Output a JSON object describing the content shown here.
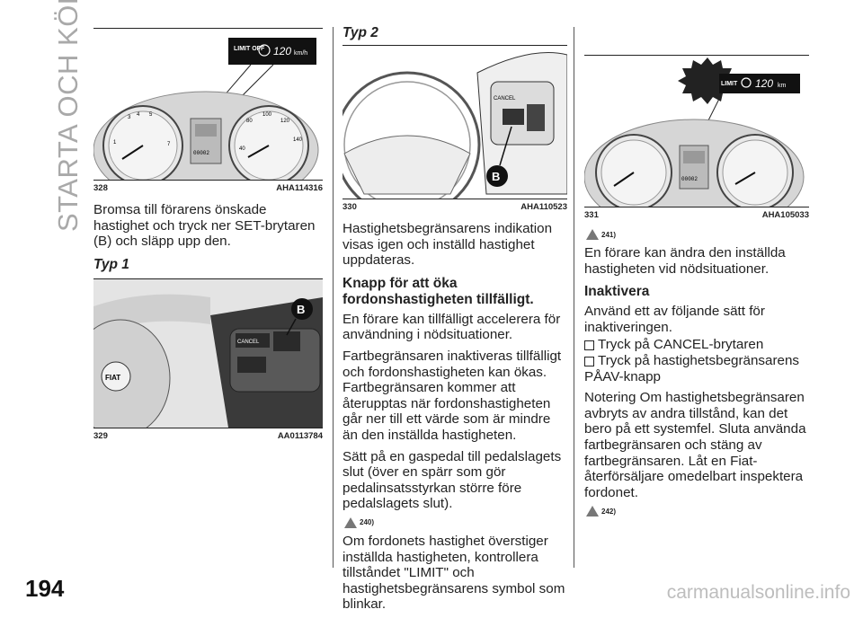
{
  "chapter_title": "STARTA OCH KÖRA",
  "page_number": "194",
  "watermark": "carmanualsonline.info",
  "col1": {
    "fig328": {
      "num": "328",
      "code": "AHA114316",
      "display_label": "LIMIT OFF",
      "display_value": "120",
      "display_unit": "km/h",
      "odometer": "00002"
    },
    "para1": "Bromsa till förarens önskade hastighet och tryck ner SET-brytaren (B) och släpp upp den.",
    "typ1": "Typ 1",
    "fig329": {
      "num": "329",
      "code": "AA0113784",
      "label_b": "B",
      "cancel_label": "CANCEL",
      "brand": "FIAT"
    }
  },
  "col2": {
    "typ2": "Typ 2",
    "fig330": {
      "num": "330",
      "code": "AHA110523",
      "label_b": "B",
      "cancel_label": "CANCEL"
    },
    "para1": "Hastighetsbegränsarens indikation visas igen och inställd hastighet uppdateras.",
    "heading": "Knapp för att öka fordonshastigheten tillfälligt.",
    "para2": "En förare kan tillfälligt accelerera för användning i nödsituationer.",
    "para3": "Fartbegränsaren inaktiveras tillfälligt och fordonshastigheten kan ökas. Fartbegränsaren kommer att återupptas när fordonshastigheten går ner till ett värde som är mindre än den inställda hastigheten.",
    "para4": "Sätt på en gaspedal till pedalslagets slut (över en spärr som gör pedalinsatsstyrkan större före pedalslagets slut).",
    "warn": "240)",
    "para5": "Om fordonets hastighet överstiger inställda hastigheten, kontrollera tillståndet \"LIMIT\" och hastighetsbegränsarens symbol som blinkar."
  },
  "col3": {
    "fig331": {
      "num": "331",
      "code": "AHA105033",
      "display_label": "LIMIT",
      "display_value": "120",
      "display_unit": "km",
      "odometer": "00002"
    },
    "warn1": "241)",
    "para1": "En förare kan ändra den inställda hastigheten vid nödsituationer.",
    "heading": "Inaktivera",
    "para2": "Använd ett av följande sätt för inaktiveringen.",
    "bullet1": "Tryck på CANCEL-brytaren",
    "bullet2": "Tryck på hastighetsbegränsarens",
    "bullet2_cont": "PÅAV-knapp",
    "para3": "Notering Om hastighetsbegränsaren avbryts av andra tillstånd, kan det bero på ett systemfel. Sluta använda fartbegränsaren och stäng av fartbegränsaren. Låt en Fiat-återförsäljare omedelbart inspektera fordonet.",
    "warn2": "242)"
  }
}
